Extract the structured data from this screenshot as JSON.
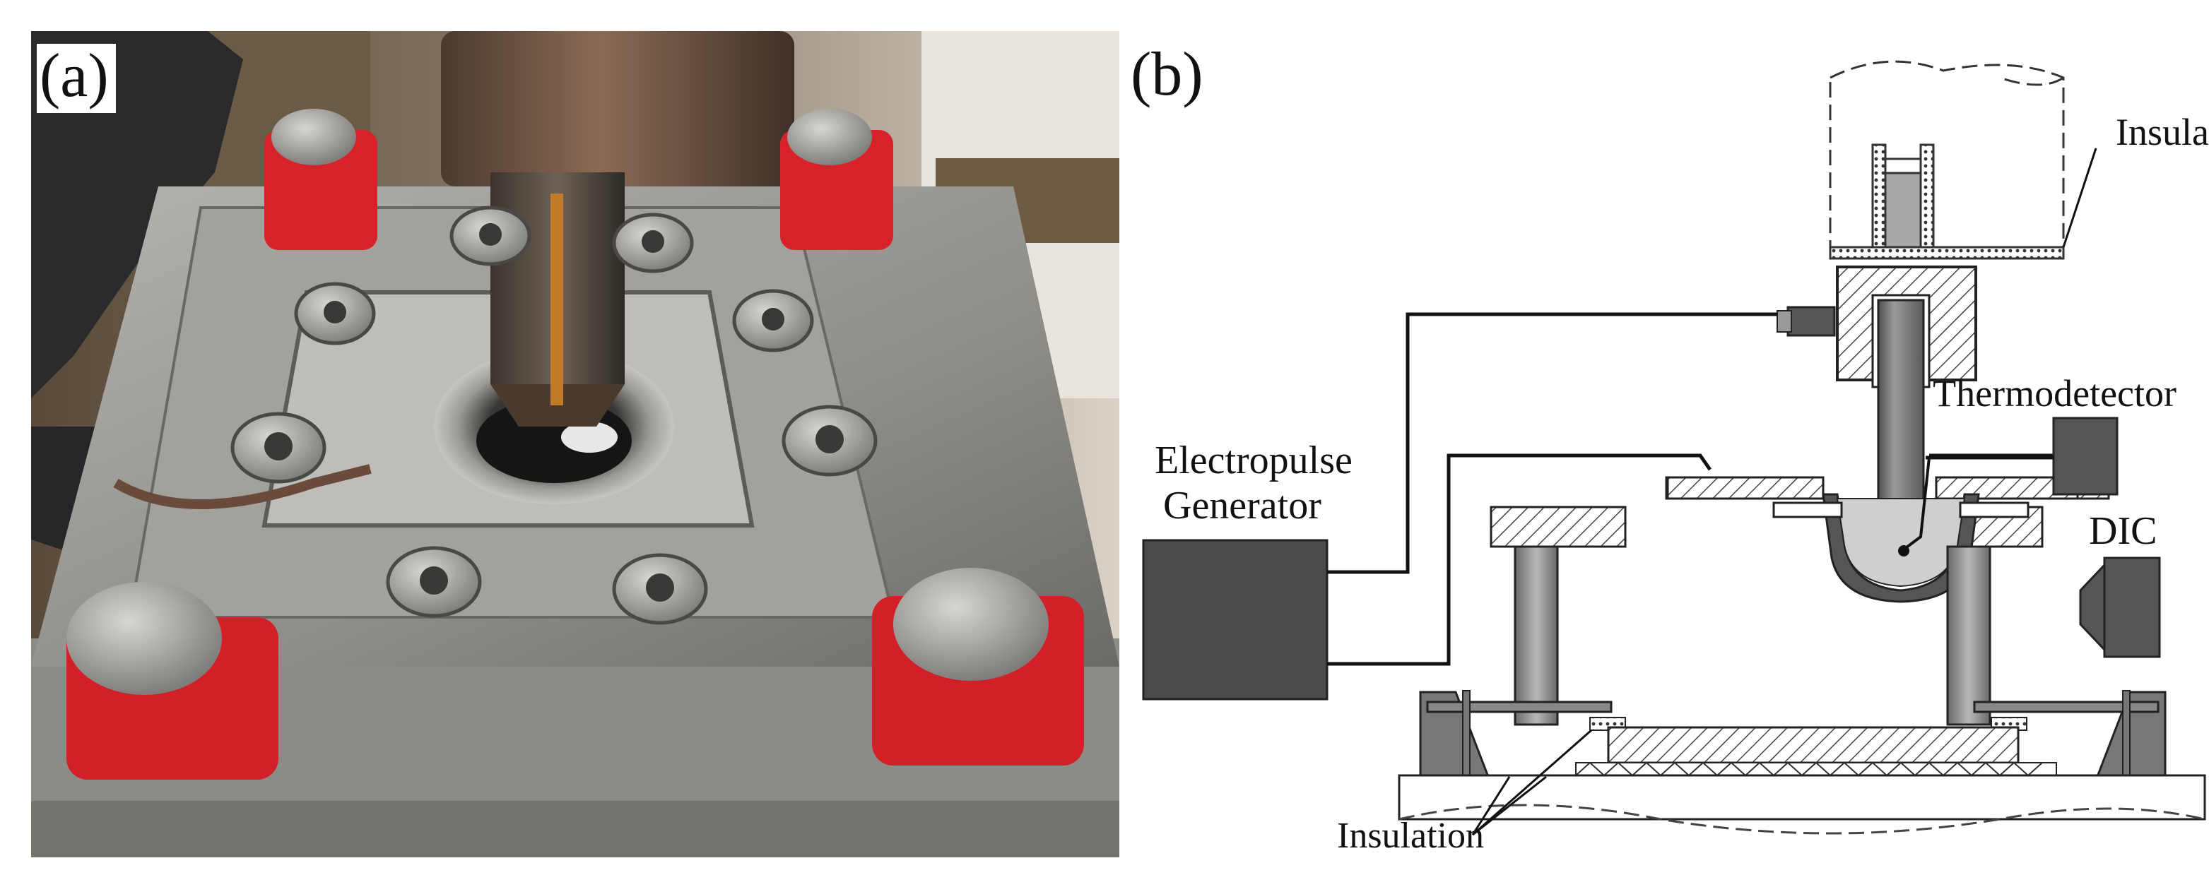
{
  "panels": {
    "a": {
      "label": "(a)"
    },
    "b": {
      "label": "(b)"
    }
  },
  "diagram": {
    "insulation_top": "Insulation",
    "thermodetector": "Thermodetector",
    "electropulse_line1": "Electropulse",
    "electropulse_line2": "Generator",
    "dic": "DIC",
    "insulation_bottom": "Insulation"
  },
  "colors": {
    "steel": "#9a9894",
    "dark_gray": "#5a5a5a",
    "tape_red": "#d8222a",
    "hatch": "#444444"
  }
}
